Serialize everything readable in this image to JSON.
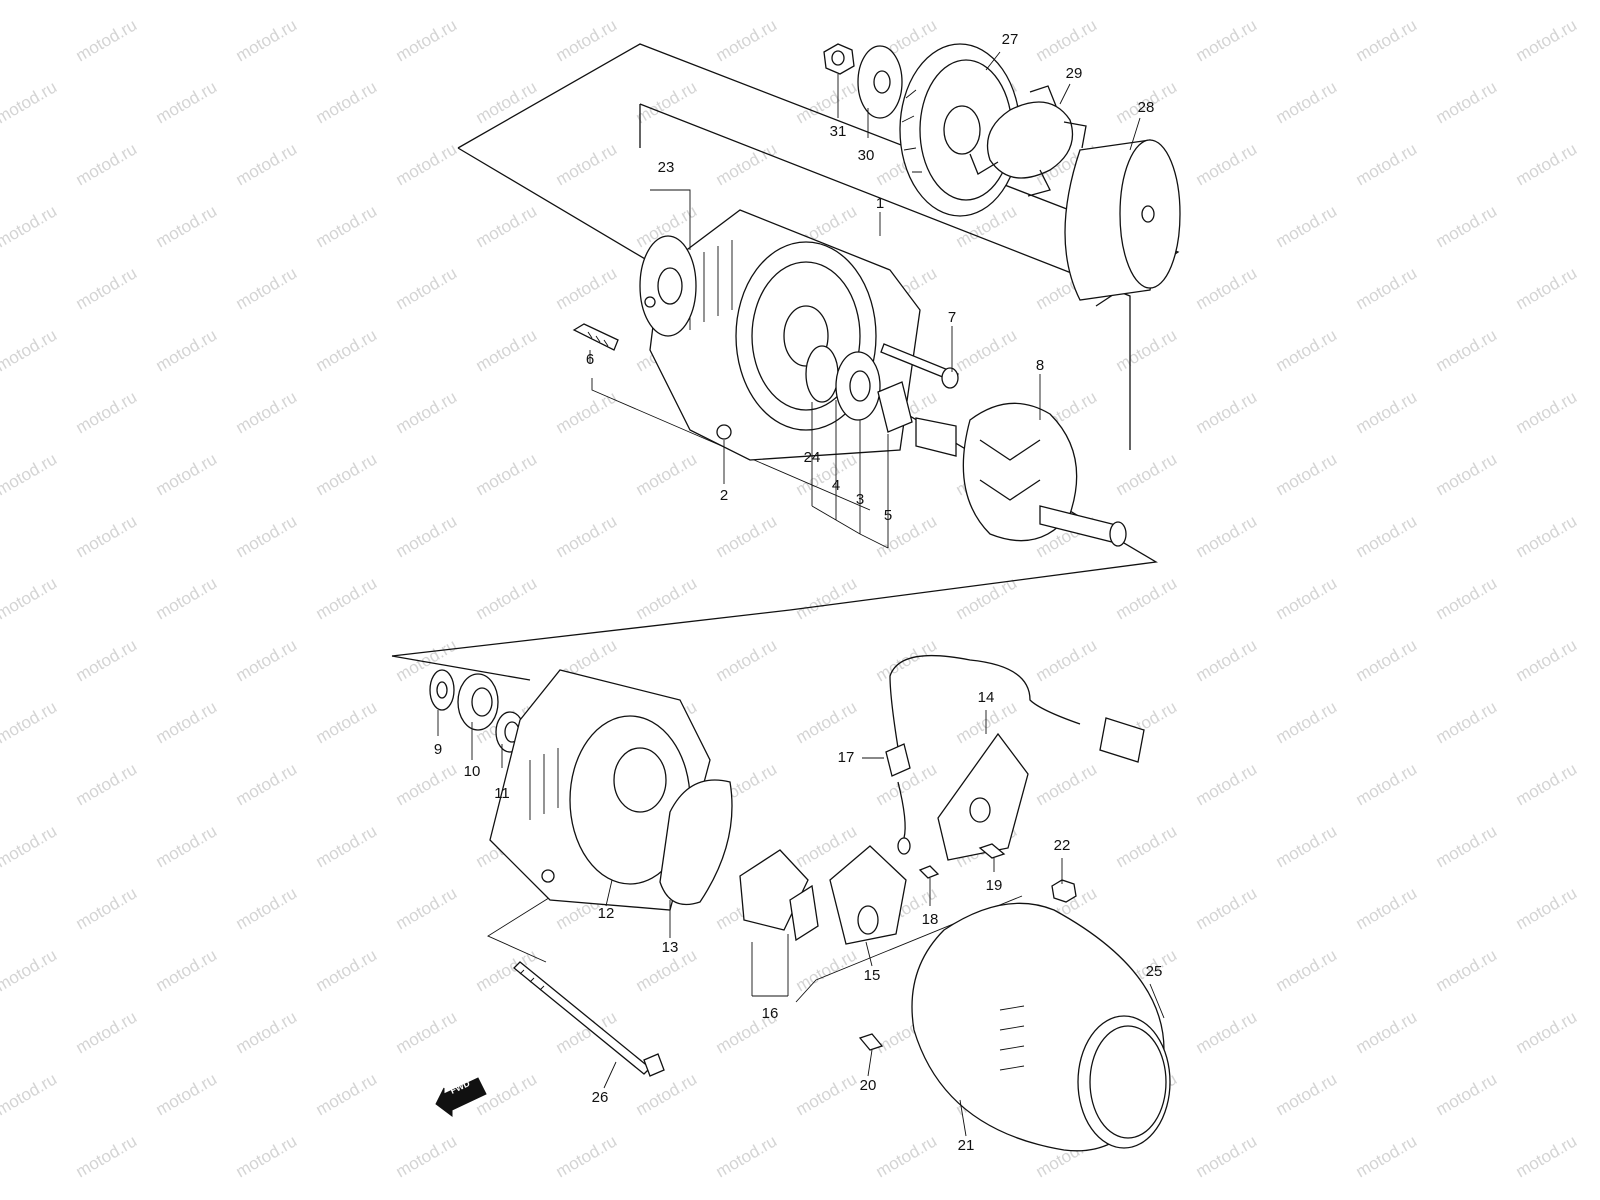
{
  "diagram": {
    "watermark": "motod.ru",
    "fwd_label": "FWD",
    "callouts": [
      {
        "id": "1",
        "label": "1"
      },
      {
        "id": "2",
        "label": "2"
      },
      {
        "id": "3",
        "label": "3"
      },
      {
        "id": "4",
        "label": "4"
      },
      {
        "id": "5",
        "label": "5"
      },
      {
        "id": "6",
        "label": "6"
      },
      {
        "id": "7",
        "label": "7"
      },
      {
        "id": "8",
        "label": "8"
      },
      {
        "id": "9",
        "label": "9"
      },
      {
        "id": "10",
        "label": "10"
      },
      {
        "id": "11",
        "label": "11"
      },
      {
        "id": "12",
        "label": "12"
      },
      {
        "id": "13",
        "label": "13"
      },
      {
        "id": "14",
        "label": "14"
      },
      {
        "id": "15",
        "label": "15"
      },
      {
        "id": "16",
        "label": "16"
      },
      {
        "id": "17",
        "label": "17"
      },
      {
        "id": "18",
        "label": "18"
      },
      {
        "id": "19",
        "label": "19"
      },
      {
        "id": "20",
        "label": "20"
      },
      {
        "id": "21",
        "label": "21"
      },
      {
        "id": "22",
        "label": "22"
      },
      {
        "id": "23",
        "label": "23"
      },
      {
        "id": "24",
        "label": "24"
      },
      {
        "id": "25",
        "label": "25"
      },
      {
        "id": "26",
        "label": "26"
      },
      {
        "id": "27",
        "label": "27"
      },
      {
        "id": "28",
        "label": "28"
      },
      {
        "id": "29",
        "label": "29"
      },
      {
        "id": "30",
        "label": "30"
      },
      {
        "id": "31",
        "label": "31"
      }
    ]
  }
}
